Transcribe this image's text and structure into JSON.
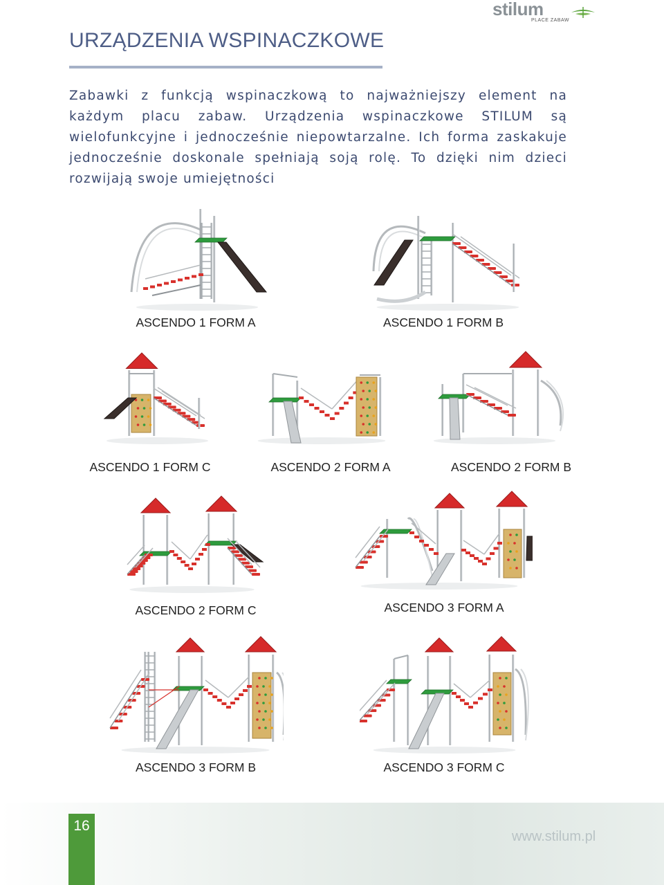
{
  "brand": {
    "name": "stilum",
    "tagline": "PLACE ZABAW",
    "accent": "#4e9a3a"
  },
  "header": {
    "title": "URZĄDZENIA WSPINACZKOWE"
  },
  "intro": "Zabawki z funkcją wspinaczkową to najważniejszy element na każdym placu zabaw. Urządzenia wspinaczkowe STILUM są wielofunkcyjne i jednocześnie niepowtarzalne. Ich forma zaskakuje jednocześnie doskonale spełniają soją rolę. To dzięki nim dzieci rozwijają swoje umiejętności",
  "products": [
    {
      "label": "ASCENDO 1 FORM A"
    },
    {
      "label": "ASCENDO 1 FORM B"
    },
    {
      "label": "ASCENDO 1 FORM C"
    },
    {
      "label": "ASCENDO 2 FORM A"
    },
    {
      "label": "ASCENDO 2 FORM B"
    },
    {
      "label": "ASCENDO 2 FORM C"
    },
    {
      "label": "ASCENDO 3 FORM A"
    },
    {
      "label": "ASCENDO 3 FORM B"
    },
    {
      "label": "ASCENDO 3 FORM C"
    }
  ],
  "footer": {
    "page_number": "16",
    "url": "www.stilum.pl"
  }
}
